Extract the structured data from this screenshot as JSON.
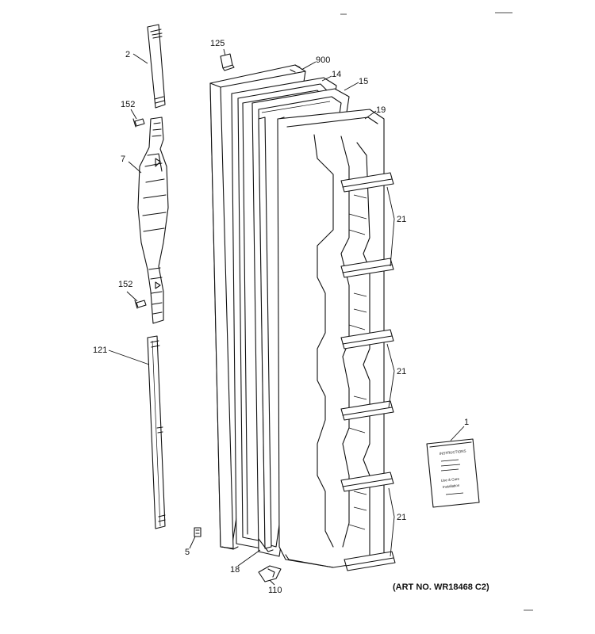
{
  "labels": {
    "p2": "2",
    "p152a": "152",
    "p7": "7",
    "p152b": "152",
    "p121": "121",
    "p125": "125",
    "p900": "900",
    "p14": "14",
    "p15": "15",
    "p19": "19",
    "p21a": "21",
    "p21b": "21",
    "p21c": "21",
    "p1": "1",
    "p5": "5",
    "p18": "18",
    "p110": "110"
  },
  "art_number": "(ART NO. WR18468 C2)",
  "manual_text": {
    "line1": "INSTRUCTIONS",
    "line2": "Use & Care",
    "line3": "Installation"
  }
}
